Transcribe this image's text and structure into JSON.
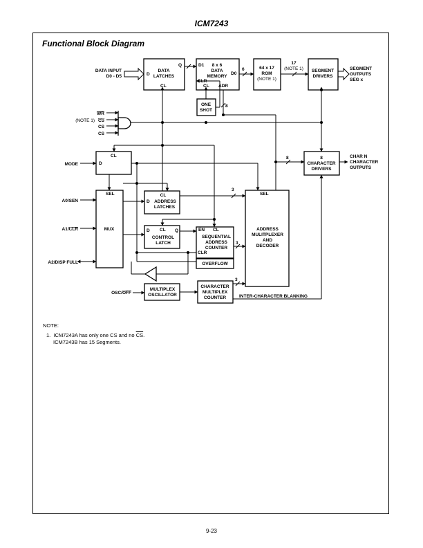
{
  "header": {
    "title": "ICM7243"
  },
  "section_title": "Functional Block Diagram",
  "blocks": {
    "data_latches": {
      "lines": [
        "DATA",
        "LATCHES"
      ],
      "port_d": "D",
      "port_q": "Q",
      "port_cl": "CL"
    },
    "data_memory": {
      "lines": [
        "8 x 6",
        "DATA",
        "MEMORY"
      ],
      "port_d1": "D1",
      "port_d0": "D0",
      "port_clr": "CLR",
      "port_cl": "CL",
      "port_adr": "ADR"
    },
    "rom": {
      "lines": [
        "64 x 17",
        "ROM",
        "(NOTE 1)"
      ]
    },
    "segment_drivers": {
      "lines": [
        "SEGMENT",
        "DRIVERS"
      ]
    },
    "one_shot": {
      "lines": [
        "ONE",
        "SHOT"
      ]
    },
    "mode_latch": {
      "port_cl": "CL",
      "port_d": "D"
    },
    "character_drivers": {
      "lines": [
        "8",
        "CHARACTER",
        "DRIVERS"
      ]
    },
    "mux": {
      "label": "MUX",
      "port_sel": "SEL"
    },
    "address_latches": {
      "lines": [
        "CL",
        "ADDRESS",
        "LATCHES"
      ],
      "port_d": "D"
    },
    "control_latch": {
      "lines": [
        "CONTROL",
        "LATCH"
      ],
      "port_d": "D",
      "port_cl": "CL",
      "port_q": "Q"
    },
    "sequential_counter": {
      "lines": [
        "SEQUENTIAL",
        "ADDRESS",
        "COUNTER"
      ],
      "port_en": "EN",
      "port_cl": "CL",
      "port_clr": "CLR"
    },
    "overflow": {
      "label": "OVERFLOW"
    },
    "address_mux_decoder": {
      "lines": [
        "ADDRESS",
        "MULITPLEXER",
        "AND",
        "DECODER"
      ],
      "port_sel": "SEL"
    },
    "multiplex_oscillator": {
      "lines": [
        "MULTIPLEX",
        "OSCILLATOR"
      ]
    },
    "char_mux_counter": {
      "lines": [
        "CHARACTER",
        "MULTIPLEX",
        "COUNTER"
      ]
    }
  },
  "signals": {
    "data_input": [
      "DATA INPUT",
      "D0 - D5"
    ],
    "segment_outputs": [
      "SEGMENT",
      "OUTPUTS",
      "SEG x"
    ],
    "char_outputs": [
      "CHAR N",
      "CHARACTER",
      "OUTPUTS"
    ],
    "wr": "WR",
    "cs_bar": "CS",
    "cs1": "CS",
    "cs2": "CS",
    "note1_ref": "(NOTE 1)",
    "mode": "MODE",
    "a0_sen": "A0/SEN",
    "a1_clr_prefix": "A1/",
    "a1_clr_bar": "CLR",
    "a2_disp_full": "A2/DISP FULL",
    "osc_off_prefix": "OSC/",
    "osc_off_bar": "OFF",
    "inter_character_blanking": "INTER-CHARACTER BLANKING"
  },
  "bus_widths": {
    "mem_to_rom": "6",
    "rom_to_seg": "17",
    "rom_to_seg_note": "(NOTE 1)",
    "oneshot_bus": "8",
    "char_bus": "8",
    "addr_bus": "3",
    "seq_bus": "3",
    "cmc_bus": "3"
  },
  "notes": {
    "heading": "NOTE:",
    "item1_num": "1.",
    "item1_a_prefix": "ICM7243A has only one CS and no ",
    "item1_a_bar": "CS",
    "item1_a_suffix": ".",
    "item1_b": "ICM7243B has 15 Segments."
  },
  "footer": {
    "page_number": "9-23"
  }
}
